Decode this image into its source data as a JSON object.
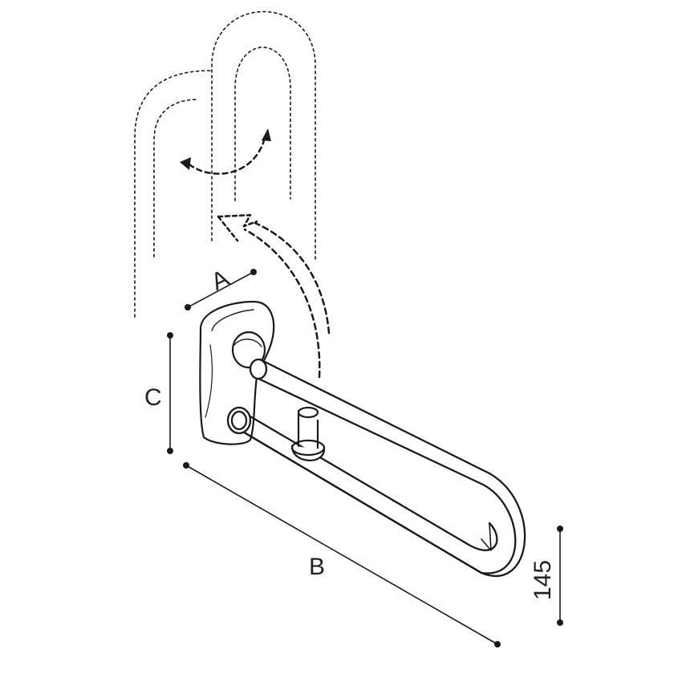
{
  "dimensions": {
    "a": "A",
    "b": "B",
    "c": "C",
    "height": "145"
  },
  "colors": {
    "ink": "#1a1a1a",
    "background": "#ffffff"
  }
}
